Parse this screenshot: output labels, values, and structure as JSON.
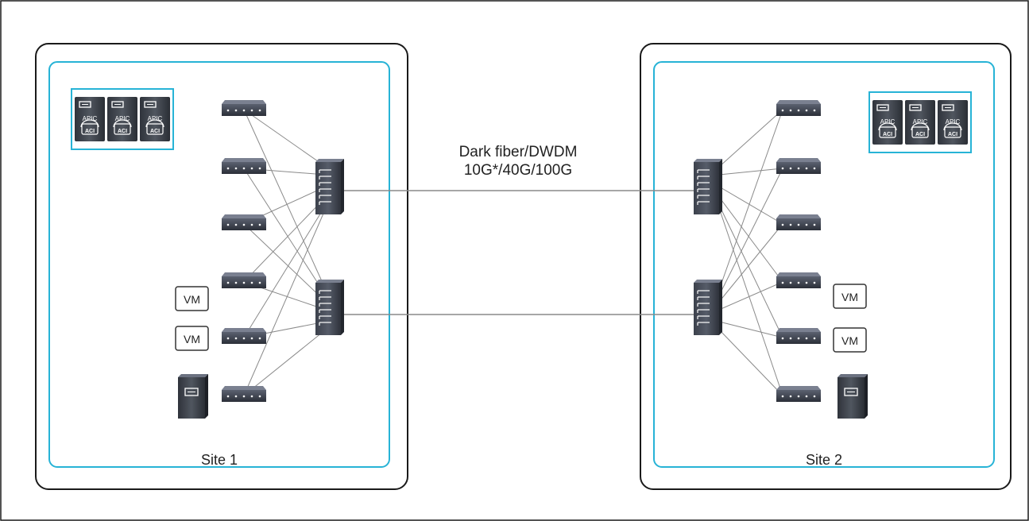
{
  "link": {
    "line1": "Dark fiber/DWDM",
    "line2": "10G*/40G/100G"
  },
  "sites": [
    {
      "name": "Site 1"
    },
    {
      "name": "Site 2"
    }
  ],
  "apic": {
    "label": "APIC",
    "badge": "ACI"
  },
  "vm": {
    "label": "VM"
  },
  "colors": {
    "outer_border": "#1a1a1a",
    "site_border": "#27b3d6",
    "device_dark": "#3a3f4a",
    "device_light": "#6b7180",
    "link": "#8a8a8a"
  },
  "icons": [
    "apic-cluster-icon",
    "leaf-switch-icon",
    "spine-switch-icon",
    "vm-icon",
    "server-icon"
  ]
}
